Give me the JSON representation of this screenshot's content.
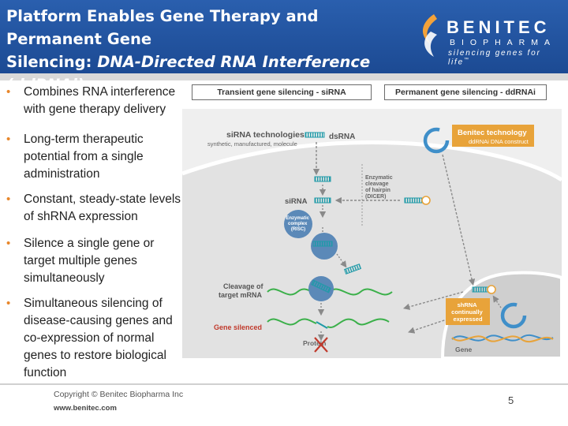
{
  "header": {
    "title_line1": "Platform Enables Gene Therapy and Permanent Gene",
    "title_line2_plain": "Silencing: ",
    "title_line2_italic": "DNA-Directed RNA Interference (ddRNAi)"
  },
  "logo": {
    "word": "BENITEC",
    "sub": "BIOPHARMA",
    "tagline": "silencing genes for life",
    "tm": "™",
    "icon": "benitec-swirl-icon"
  },
  "bullets": [
    "Combines RNA interference with gene therapy delivery",
    "Long-term therapeutic potential from a single administration",
    "Constant, steady-state levels of shRNA expression",
    "Silence a single gene or target multiple genes simultaneously",
    "Simultaneous silencing of disease-causing genes and co-expression of normal genes to restore biological function"
  ],
  "tabs": {
    "transient": "Transient gene silencing - siRNA",
    "permanent": "Permanent gene silencing - ddRNAi"
  },
  "diagram": {
    "sirna_tech_title": "siRNA technologies",
    "sirna_tech_sub": "synthetic, manufactured, molecule",
    "dsrna": "dsRNA",
    "benitec_tech": "Benitec technology",
    "ddrnai_construct": "ddRNAi DNA construct",
    "enzymatic_cleavage": [
      "Enzymatic",
      "cleavage",
      "of hairpin",
      "(DICER)"
    ],
    "sirna": "siRNA",
    "risc": [
      "Enzymatic",
      "complex",
      "(RISC)"
    ],
    "cleavage_target": [
      "Cleavage of",
      "target mRNA"
    ],
    "gene_silenced": "Gene silenced",
    "protein": "Protein",
    "shrna": [
      "shRNA",
      "continually",
      "expressed"
    ],
    "gene": "Gene",
    "colors": {
      "teal": "#1f9aa8",
      "orange": "#e8a33a",
      "blue": "#3f8fc9",
      "red": "#c0392b",
      "green": "#3bb04a"
    }
  },
  "footer": {
    "copyright": "Copyright © Benitec Biopharma Inc",
    "website": "www.benitec.com",
    "page_number": "5"
  }
}
